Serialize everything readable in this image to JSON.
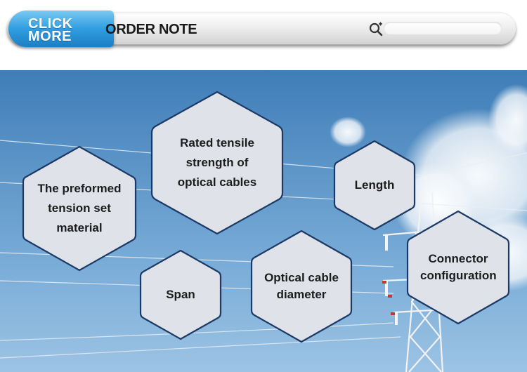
{
  "header": {
    "click_more_line1": "CLICK",
    "click_more_line2": "MORE",
    "title": "ORDER NOTE",
    "search_placeholder": ""
  },
  "notes": [
    {
      "id": "material",
      "label": "The preformed tension set material"
    },
    {
      "id": "tensile",
      "label": "Rated tensile strength of optical cables"
    },
    {
      "id": "span",
      "label": "Span"
    },
    {
      "id": "diameter",
      "label": "Optical cable diameter"
    },
    {
      "id": "length",
      "label": "Length"
    },
    {
      "id": "connector",
      "label": "Connector configuration"
    }
  ],
  "colors": {
    "accent_blue": "#2f9ee0",
    "hex_fill": "#dfe2e9",
    "hex_border": "#1c3a66",
    "sky": "#5f97c9"
  },
  "icons": {
    "search": "search-icon"
  }
}
